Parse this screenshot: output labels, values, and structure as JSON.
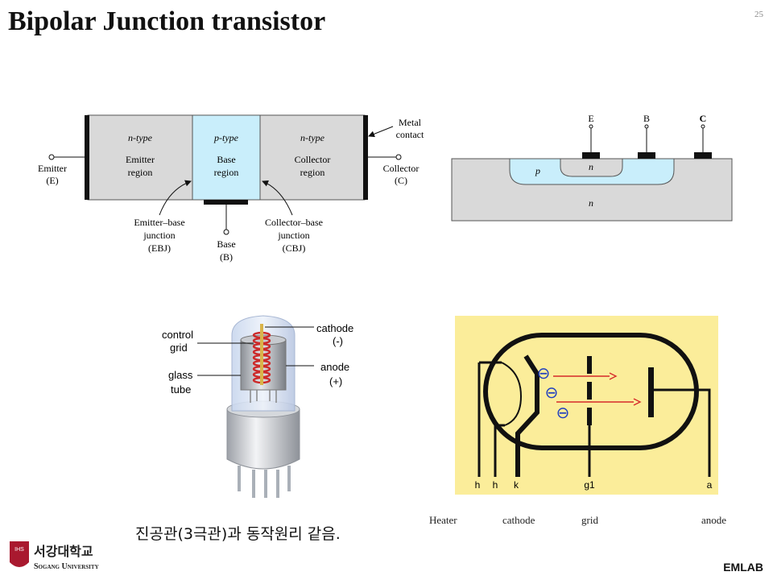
{
  "title": "Bipolar Junction transistor",
  "page_number": "25",
  "footer": {
    "lab": "EMLAB",
    "university_korean": "서강대학교",
    "university_english": "Sogang University",
    "logo_letters": "IHS"
  },
  "bjt_diagram": {
    "n_type": "n-type",
    "p_type": "p-type",
    "emitter_region": [
      "Emitter",
      "region"
    ],
    "base_region": [
      "Base",
      "region"
    ],
    "collector_region": [
      "Collector",
      "region"
    ],
    "emitter_terminal": [
      "Emitter",
      "(E)"
    ],
    "collector_terminal": [
      "Collector",
      "(C)"
    ],
    "metal_contact": [
      "Metal",
      "contact"
    ],
    "ebj": [
      "Emitter–base",
      "junction",
      "(EBJ)"
    ],
    "base_terminal": [
      "Base",
      "(B)"
    ],
    "cbj": [
      "Collector–base",
      "junction",
      "(CBJ)"
    ]
  },
  "cross_section": {
    "terminals": [
      "E",
      "B",
      "C"
    ],
    "p_region": "p",
    "n_emitter": "n",
    "n_substrate": "n"
  },
  "vacuum_tube": {
    "control_grid": [
      "control",
      "grid"
    ],
    "glass_tube": [
      "glass",
      "tube"
    ],
    "cathode": [
      "cathode",
      "(-)"
    ],
    "anode": [
      "anode",
      "(+)"
    ]
  },
  "triode_schematic": {
    "pins": [
      "h",
      "h",
      "k",
      "g1",
      "a"
    ],
    "electron_symbol": "⊖"
  },
  "pin_legend": {
    "heater": "Heater",
    "cathode": "cathode",
    "grid": "grid",
    "anode": "anode"
  },
  "caption_korean": "진공관(3극관)과 동작원리 같음."
}
